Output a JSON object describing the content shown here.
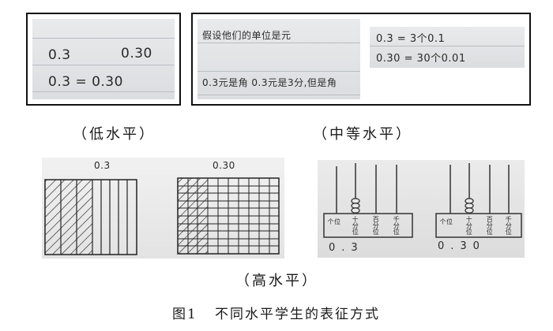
{
  "low_level": {
    "line1_left": "0.3",
    "line1_right": "0.30",
    "line2": "0.3 = 0.30",
    "caption": "（低水平）"
  },
  "middle_level": {
    "note_line1": "假设他们的单位是元",
    "note_line2": "0.3元是角  0.3元是3分,但是角",
    "equation1": "0.3 = 3个0.1",
    "equation2": "0.30 = 30个0.01",
    "caption": "（中等水平）"
  },
  "high_level": {
    "grid_left_label": "0.3",
    "grid_right_label": "0.30",
    "abacus_left_places": [
      "个位",
      "十分位",
      "百分位",
      "千分位"
    ],
    "abacus_right_places": [
      "个位",
      "十分位",
      "百分位",
      "千分位"
    ],
    "abacus_left_value": "0.3",
    "abacus_right_value": "0.30",
    "caption": "（高水平）"
  },
  "figure_caption": "图1   不同水平学生的表征方式"
}
